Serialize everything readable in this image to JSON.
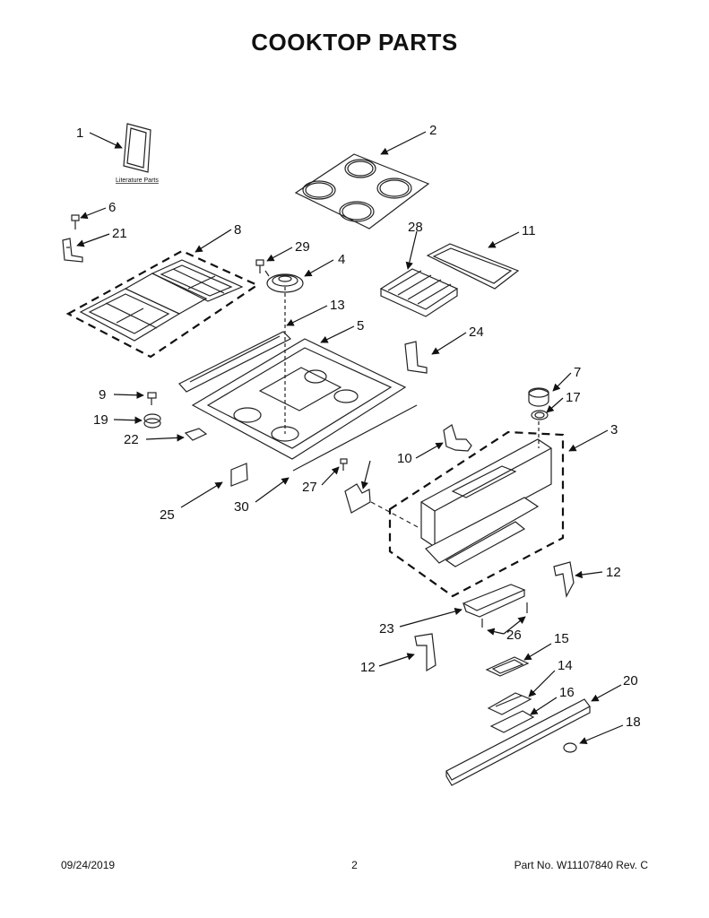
{
  "title": "COOKTOP PARTS",
  "literature_label": "Literature Parts",
  "callouts": [
    {
      "id": "c1",
      "label": "1"
    },
    {
      "id": "c2",
      "label": "2"
    },
    {
      "id": "c6",
      "label": "6"
    },
    {
      "id": "c21",
      "label": "21"
    },
    {
      "id": "c8",
      "label": "8"
    },
    {
      "id": "c29",
      "label": "29"
    },
    {
      "id": "c4",
      "label": "4"
    },
    {
      "id": "c28",
      "label": "28"
    },
    {
      "id": "c11",
      "label": "11"
    },
    {
      "id": "c13",
      "label": "13"
    },
    {
      "id": "c5",
      "label": "5"
    },
    {
      "id": "c24",
      "label": "24"
    },
    {
      "id": "c7",
      "label": "7"
    },
    {
      "id": "c9",
      "label": "9"
    },
    {
      "id": "c17",
      "label": "17"
    },
    {
      "id": "c19",
      "label": "19"
    },
    {
      "id": "c3",
      "label": "3"
    },
    {
      "id": "c22",
      "label": "22"
    },
    {
      "id": "c10",
      "label": "10"
    },
    {
      "id": "c27",
      "label": "27"
    },
    {
      "id": "c25",
      "label": "25"
    },
    {
      "id": "c30",
      "label": "30"
    },
    {
      "id": "c12a",
      "label": "12"
    },
    {
      "id": "c23",
      "label": "23"
    },
    {
      "id": "c26",
      "label": "26"
    },
    {
      "id": "c15",
      "label": "15"
    },
    {
      "id": "c12b",
      "label": "12"
    },
    {
      "id": "c14",
      "label": "14"
    },
    {
      "id": "c20",
      "label": "20"
    },
    {
      "id": "c16",
      "label": "16"
    },
    {
      "id": "c18",
      "label": "18"
    }
  ],
  "footer": {
    "date": "09/24/2019",
    "page": "2",
    "part_no": "Part No.  W11107840  Rev.  C"
  }
}
